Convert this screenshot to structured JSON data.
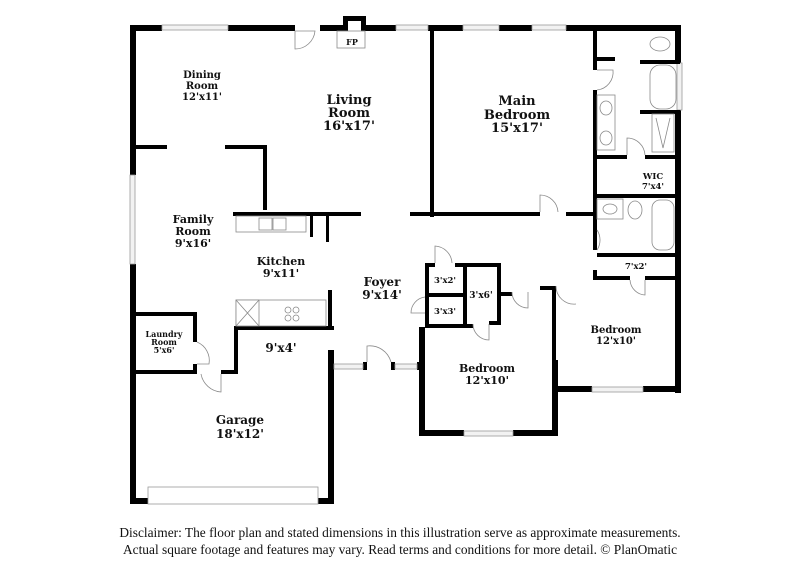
{
  "floor_plan": {
    "rooms": [
      {
        "id": "dining_room",
        "name_line1": "Dining",
        "name_line2": "Room",
        "dims": "12'x11'"
      },
      {
        "id": "living_room",
        "name_line1": "Living",
        "name_line2": "Room",
        "dims": "16'x17'"
      },
      {
        "id": "main_bedroom",
        "name_line1": "Main",
        "name_line2": "Bedroom",
        "dims": "15'x17'"
      },
      {
        "id": "family_room",
        "name_line1": "Family",
        "name_line2": "Room",
        "dims": "9'x16'"
      },
      {
        "id": "kitchen",
        "name_line1": "Kitchen",
        "dims": "9'x11'"
      },
      {
        "id": "foyer",
        "name_line1": "Foyer",
        "dims": "9'x14'"
      },
      {
        "id": "laundry_room",
        "name_line1": "Laundry",
        "name_line2": "Room",
        "dims": "5'x6'"
      },
      {
        "id": "mudroom",
        "dims": "9'x4'"
      },
      {
        "id": "garage",
        "name_line1": "Garage",
        "dims": "18'x12'"
      },
      {
        "id": "bedroom_2",
        "name_line1": "Bedroom",
        "dims": "12'x10'"
      },
      {
        "id": "bedroom_3",
        "name_line1": "Bedroom",
        "dims": "12'x10'"
      },
      {
        "id": "wic",
        "name_line1": "WIC",
        "dims": "7'x4'"
      },
      {
        "id": "closet_7x2",
        "dims": "7'x2'"
      },
      {
        "id": "closet_3x2",
        "dims": "3'x2'"
      },
      {
        "id": "closet_3x3",
        "dims": "3'x3'"
      },
      {
        "id": "closet_3x6",
        "dims": "3'x6'"
      }
    ],
    "fireplace_label": "FP"
  },
  "disclaimer": {
    "line1": "Disclaimer: The floor plan and stated dimensions in this illustration serve as approximate measurements.",
    "line2": "Actual square footage and features may vary. Read terms and conditions for more detail. © PlanOmatic"
  }
}
